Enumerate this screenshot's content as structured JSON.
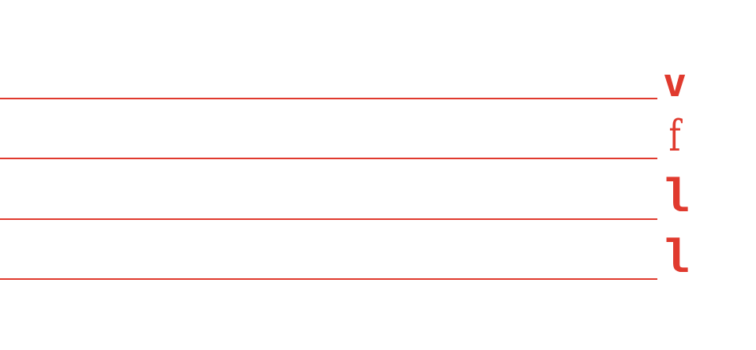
{
  "color": "#e03a2e",
  "rows": [
    {
      "glyph": "v"
    },
    {
      "glyph": "f"
    },
    {
      "glyph": "l"
    },
    {
      "glyph": "l"
    }
  ]
}
